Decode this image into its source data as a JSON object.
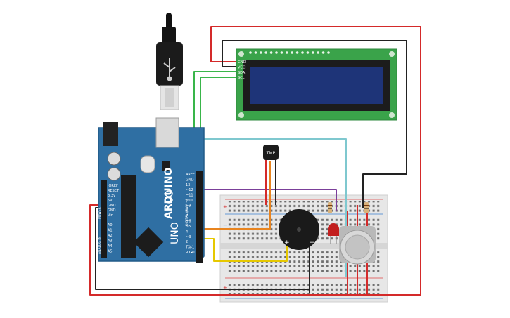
{
  "canvas": {
    "background": "#ffffff"
  },
  "colors": {
    "board_blue": "#2f6fa3",
    "board_dark": "#205a88",
    "wire_red": "#d42a2a",
    "wire_black": "#222222",
    "wire_green": "#39b54a",
    "wire_purple": "#7b3f9a",
    "wire_cyan": "#7fc8cf",
    "wire_orange": "#e8841f",
    "wire_yellow": "#e6c800",
    "lcd_green": "#3aa34a",
    "lcd_screen": "#1e3478",
    "breadboard": "#e6e6e6",
    "buzzer": "#1a1a1a",
    "led": "#c21f1f"
  },
  "arduino": {
    "logo_text": "ARDUINO",
    "model_text": "UNO",
    "header_labels_top": [
      "AREF",
      "GND",
      "13",
      "~12",
      "~11",
      "~10",
      "~9",
      "8",
      "7",
      "~6",
      "~5",
      "4",
      "~3",
      "2",
      "TX▸1",
      "RX◂0"
    ],
    "power_labels": [
      "IOREF",
      "RESET",
      "3.3V",
      "5V",
      "GND",
      "GND",
      "Vin"
    ],
    "analog_labels": [
      "A0",
      "A1",
      "A2",
      "A3",
      "A4",
      "A5"
    ],
    "section_digital": "DIGITAL (PWM ~)",
    "section_power": "POWER",
    "section_analog": "ANALOG IN"
  },
  "lcd": {
    "pin_labels": [
      "GND",
      "VCC",
      "SDA",
      "SCL"
    ]
  },
  "sensor": {
    "label": "TMP"
  },
  "buzzer": {
    "plus": "+",
    "minus": "−"
  },
  "breadboard": {
    "rail_plus": "+",
    "rail_minus": "−"
  }
}
